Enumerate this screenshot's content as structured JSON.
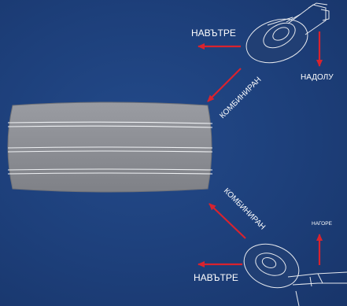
{
  "labels": {
    "top_inward": "НАВЪТРЕ",
    "down": "НАДОЛУ",
    "top_combined": "КОМБИНИРАН",
    "bottom_combined": "КОМБИНИРАН",
    "up": "НАГОРЕ",
    "bottom_inward": "НАВЪТРЕ"
  },
  "colors": {
    "background": "#1e3f78",
    "arrow": "#d9232e",
    "tire": "#8e9096",
    "line_art": "#e6e9ee"
  },
  "icons": [
    "tire-tread",
    "tread-gauge-top",
    "tread-gauge-bottom"
  ]
}
